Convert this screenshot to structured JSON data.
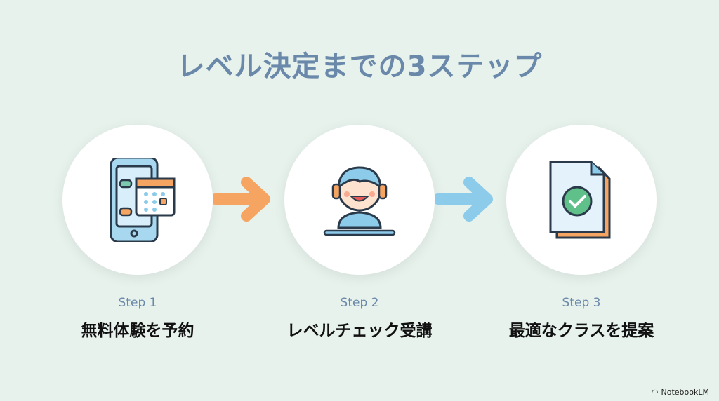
{
  "title": "レベル決定までの3ステップ",
  "steps": [
    {
      "label": "Step 1",
      "name": "無料体験を予約",
      "icon": "phone-calendar-icon"
    },
    {
      "label": "Step 2",
      "name": "レベルチェック受講",
      "icon": "student-headset-icon"
    },
    {
      "label": "Step 3",
      "name": "最適なクラスを提案",
      "icon": "document-check-icon"
    }
  ],
  "arrows": [
    {
      "color": "#f6a462"
    },
    {
      "color": "#8ccbe9"
    }
  ],
  "brand": "NotebookLM"
}
